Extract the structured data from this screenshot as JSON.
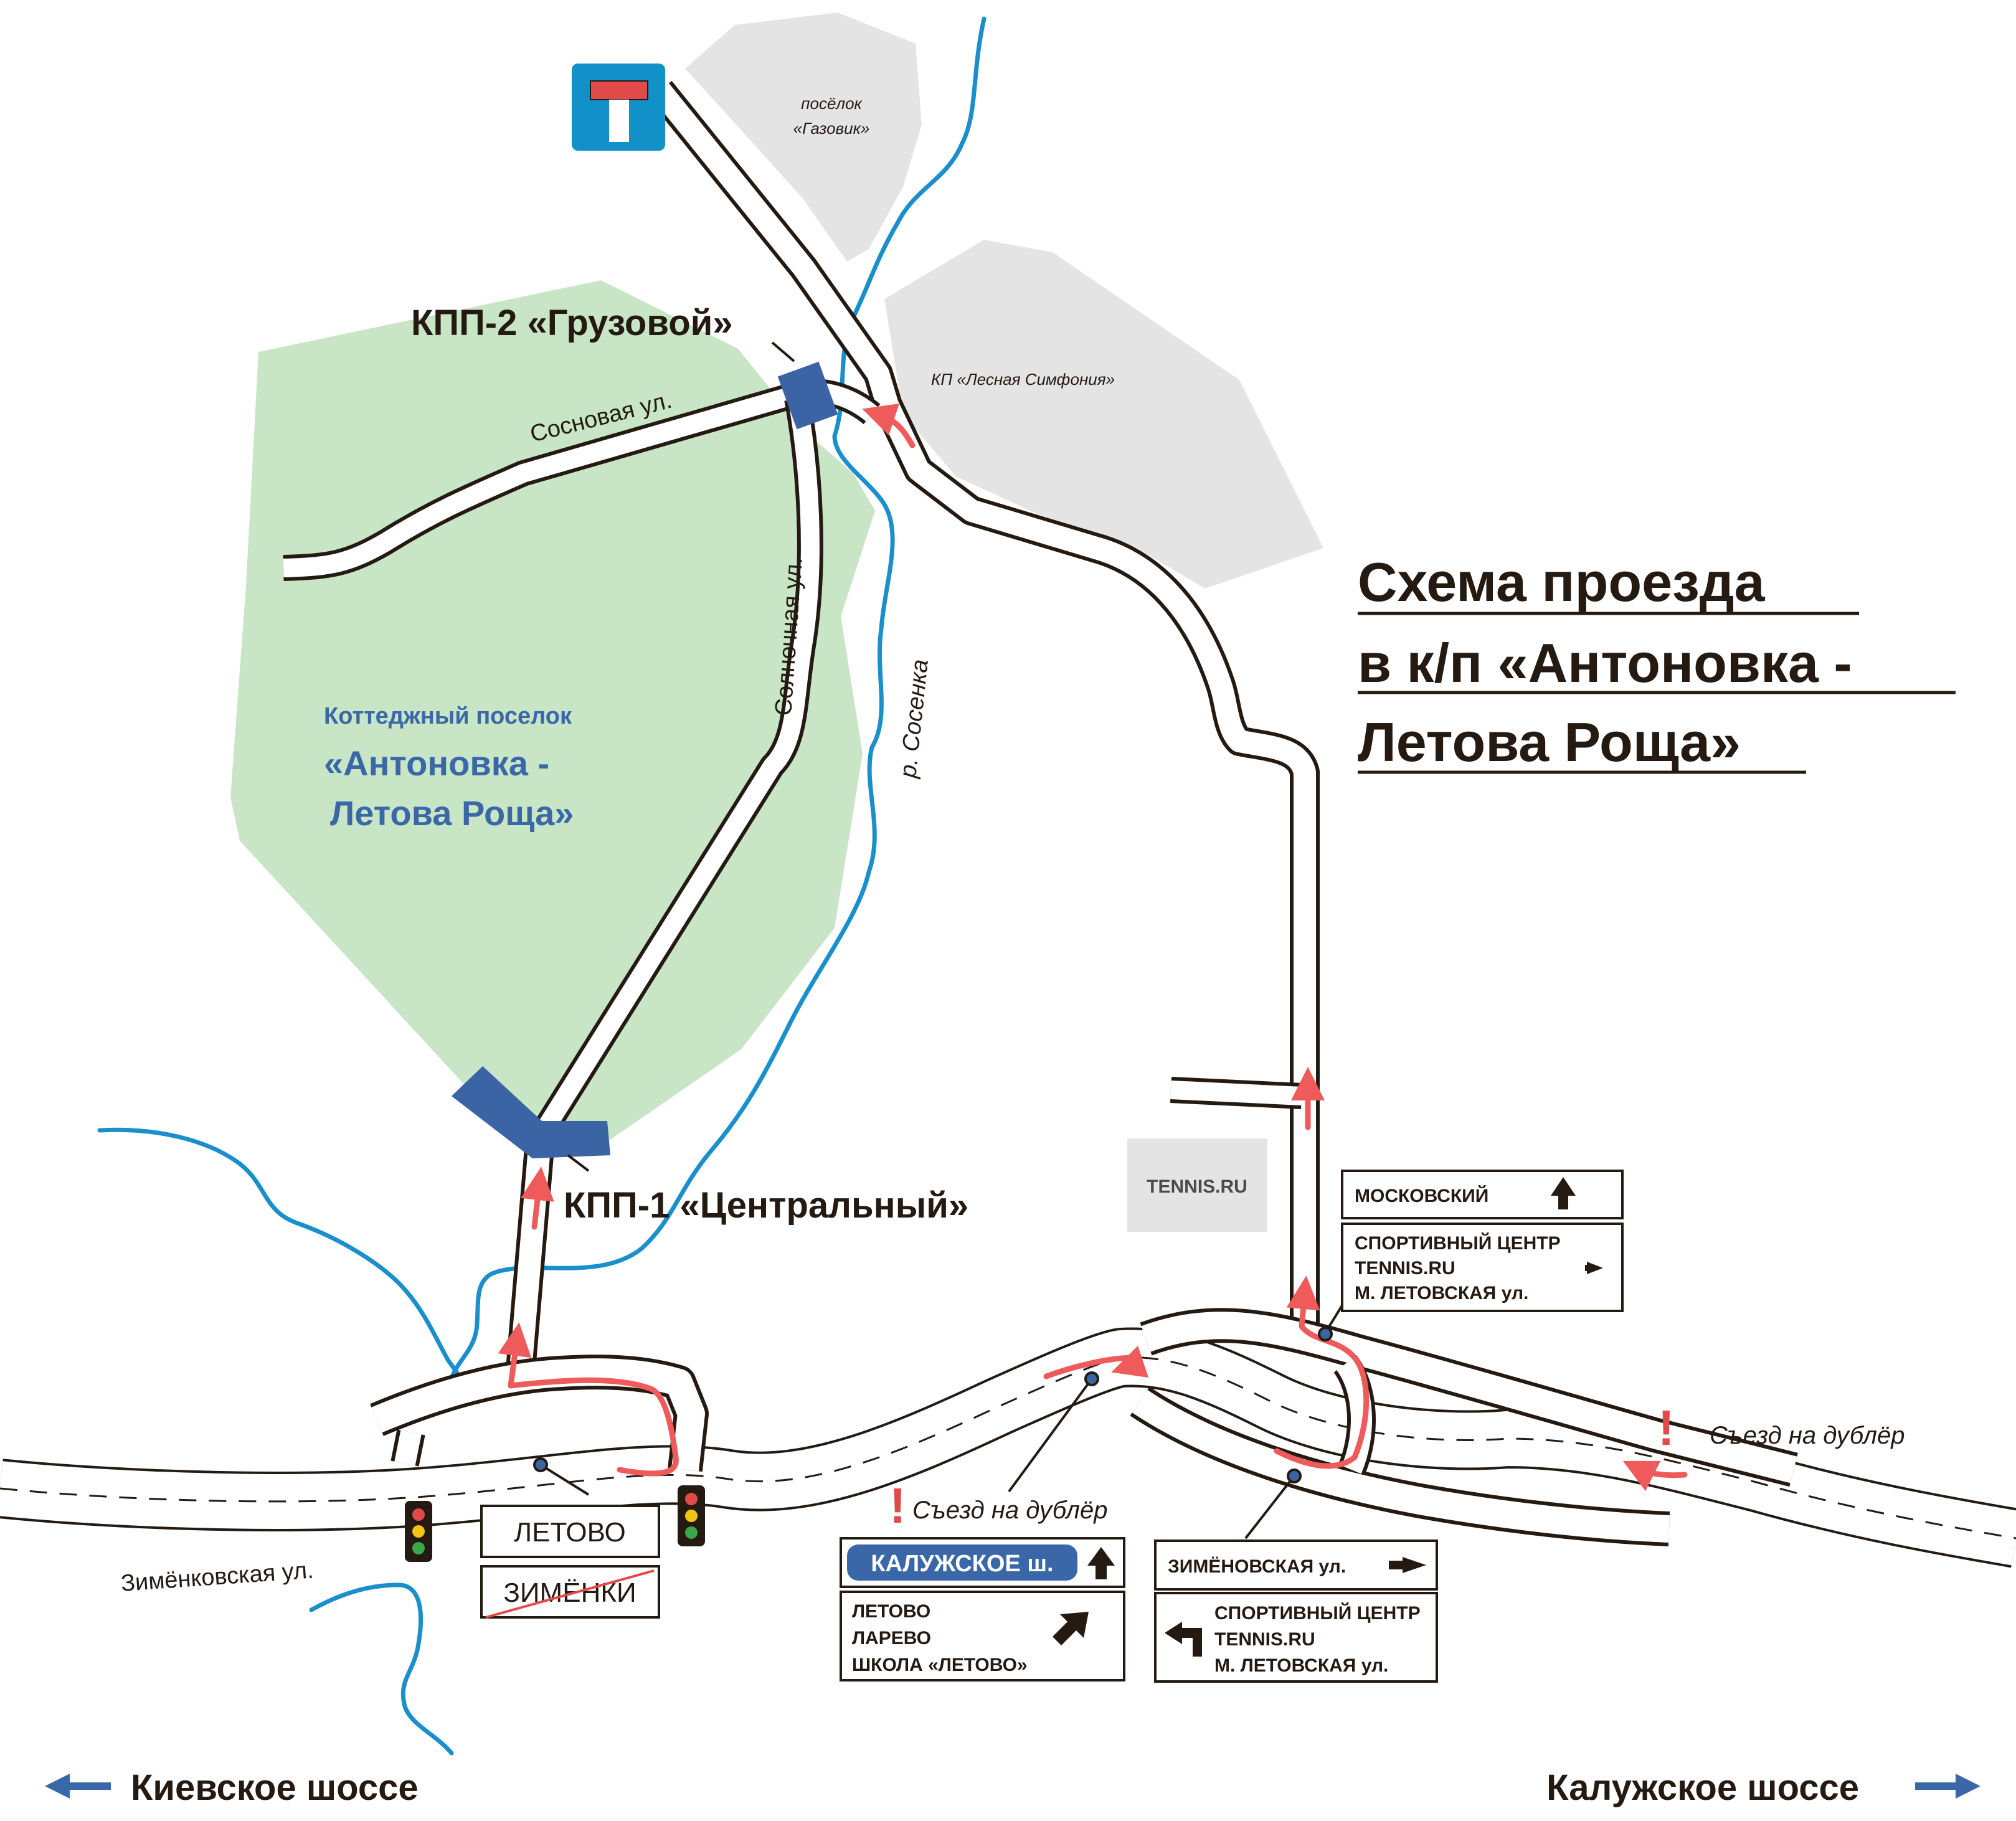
{
  "title": {
    "line1": "Схема проезда",
    "line2": "в к/п «Антоновка -",
    "line3": "Летова Роща»"
  },
  "checkpoints": {
    "kpp1": "КПП-1 «Центральный»",
    "kpp2": "КПП-2 «Грузовой»"
  },
  "village": {
    "line1": "Коттеджный поселок",
    "line2": "«Антоновка -",
    "line3": "Летова Роща»"
  },
  "streets": {
    "sosnovaya": "Сосновая ул.",
    "solnechnaya": "Солнечная ул.",
    "zimenkovskaya": "Зимёнковская ул."
  },
  "river": "р. Сосенка",
  "areas": {
    "gazovik_1": "посёлок",
    "gazovik_2": "«Газовик»",
    "lesnaya": "КП «Лесная Симфония»",
    "tennis": "TENNIS.RU"
  },
  "signs": {
    "moskovsky": "МОСКОВСКИЙ",
    "sport_1": "СПОРТИВНЫЙ ЦЕНТР",
    "sport_2": "TENNIS.RU",
    "sport_3": "М. ЛЕТОВСКАЯ ул.",
    "letovo": "ЛЕТОВО",
    "zimenki": "ЗИМЁНКИ",
    "kaluzhskoe_sh": "КАЛУЖСКОЕ ш.",
    "dest_1": "ЛЕТОВО",
    "dest_2": "ЛАРЕВО",
    "dest_3": "ШКОЛА «ЛЕТОВО»",
    "zimenovskaya": "ЗИМЁНОВСКАЯ ул.",
    "sport2_1": "СПОРТИВНЫЙ ЦЕНТР",
    "sport2_2": "TENNIS.RU",
    "sport2_3": "М. ЛЕТОВСКАЯ ул."
  },
  "exits": {
    "center": "Съезд на дублёр",
    "right": "Съезд на дублёр",
    "mark": "!"
  },
  "highways": {
    "kievskoe": "Киевское шоссе",
    "kaluzhskoe": "Калужское шоссе"
  },
  "colors": {
    "forest": "#c8e6c6",
    "settlement": "#e4e4e4",
    "river": "#1a8fcb",
    "checkpoint": "#3a64a4",
    "route": "#ef5a5a",
    "road_outline": "#241a12",
    "road_fill": "#ffffff",
    "dead_end_sign": "#1290c8",
    "dead_end_bar": "#e24a4a",
    "highway_arrow": "#3a67a8"
  },
  "icons": {
    "dead_end": "dead-end-road-sign-icon",
    "traffic_light": "traffic-light-icon",
    "direction_arrow": "direction-arrow-icon"
  }
}
